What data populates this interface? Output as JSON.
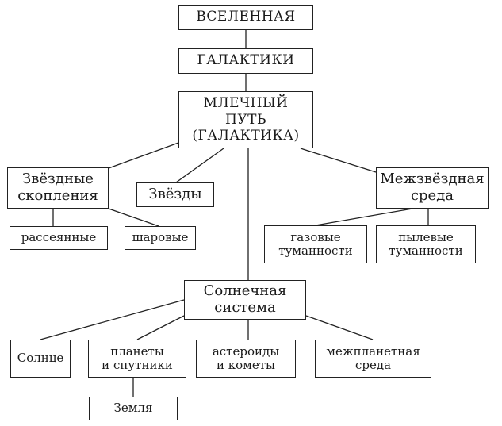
{
  "diagram": {
    "nodes": {
      "universe": "ВСЕЛЕННАЯ",
      "galaxies": "ГАЛАКТИКИ",
      "milky_way": "МЛЕЧНЫЙ\nПУТЬ\n(ГАЛАКТИКА)",
      "star_clusters": "Звёздные\nскопления",
      "stars": "Звёзды",
      "interstellar_medium": "Межзвёздная\nсреда",
      "open_clusters": "рассеянные",
      "globular_clusters": "шаровые",
      "gas_nebulae": "газовые\nтуманности",
      "dust_nebulae": "пылевые\nтуманности",
      "solar_system": "Солнечная\nсистема",
      "sun": "Солнце",
      "planets_satellites": "планеты\nи спутники",
      "asteroids_comets": "астероиды\nи кометы",
      "interplanetary_medium": "межпланетная\nсреда",
      "earth": "Земля"
    },
    "edges": [
      [
        "universe",
        "galaxies"
      ],
      [
        "galaxies",
        "milky_way"
      ],
      [
        "milky_way",
        "star_clusters"
      ],
      [
        "milky_way",
        "stars"
      ],
      [
        "milky_way",
        "interstellar_medium"
      ],
      [
        "milky_way",
        "solar_system"
      ],
      [
        "star_clusters",
        "open_clusters"
      ],
      [
        "star_clusters",
        "globular_clusters"
      ],
      [
        "interstellar_medium",
        "gas_nebulae"
      ],
      [
        "interstellar_medium",
        "dust_nebulae"
      ],
      [
        "solar_system",
        "sun"
      ],
      [
        "solar_system",
        "planets_satellites"
      ],
      [
        "solar_system",
        "asteroids_comets"
      ],
      [
        "solar_system",
        "interplanetary_medium"
      ],
      [
        "planets_satellites",
        "earth"
      ]
    ]
  }
}
